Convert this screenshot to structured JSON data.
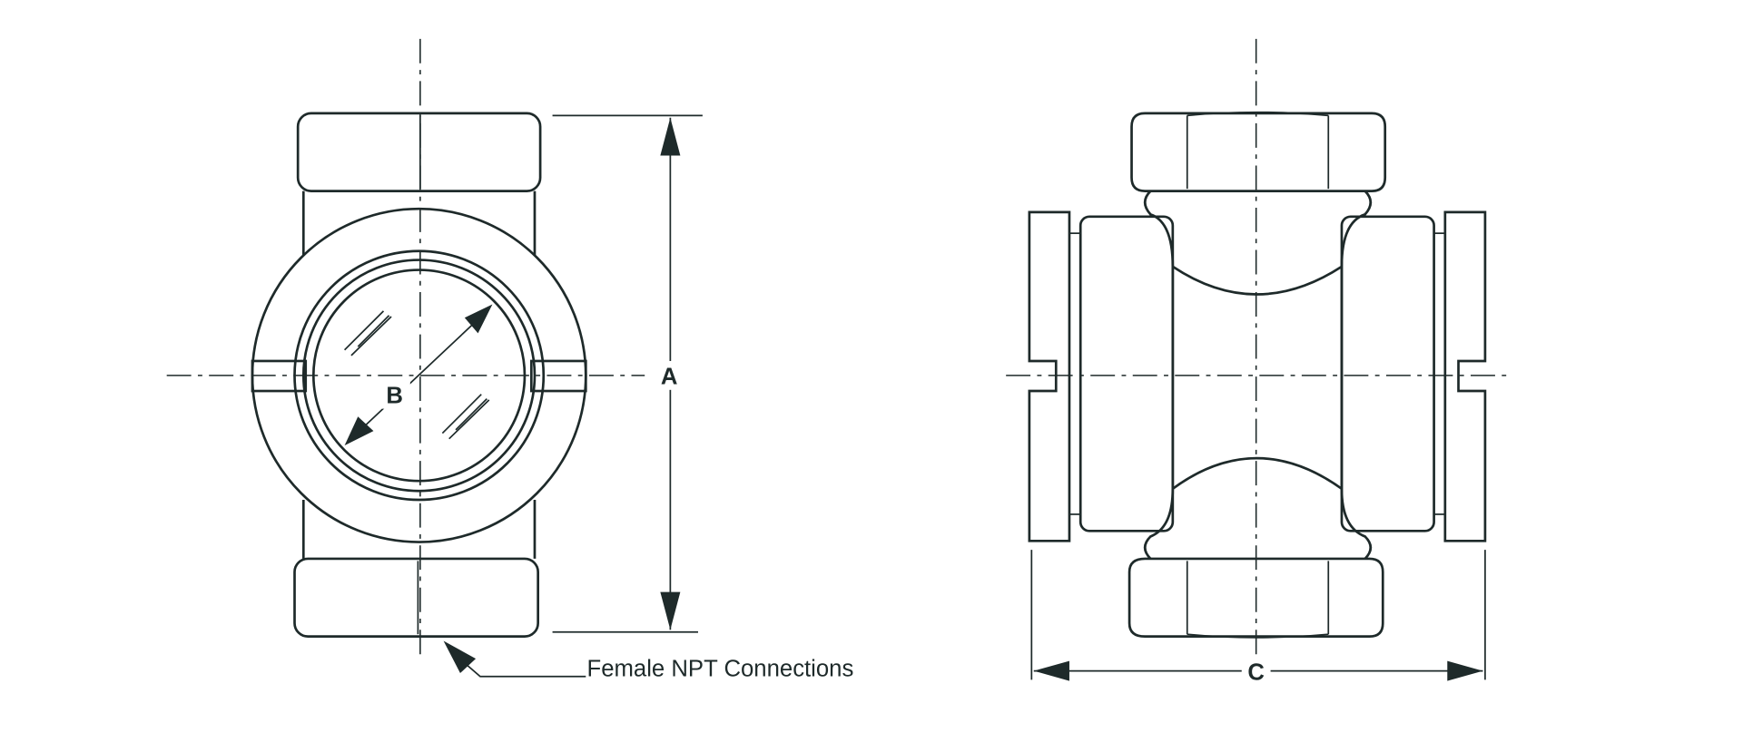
{
  "labels": {
    "dim_a": "A",
    "dim_b": "B",
    "dim_c": "C",
    "callout": "Female NPT Connections"
  },
  "colors": {
    "line": "#1e2a2a",
    "background": "#ffffff"
  }
}
